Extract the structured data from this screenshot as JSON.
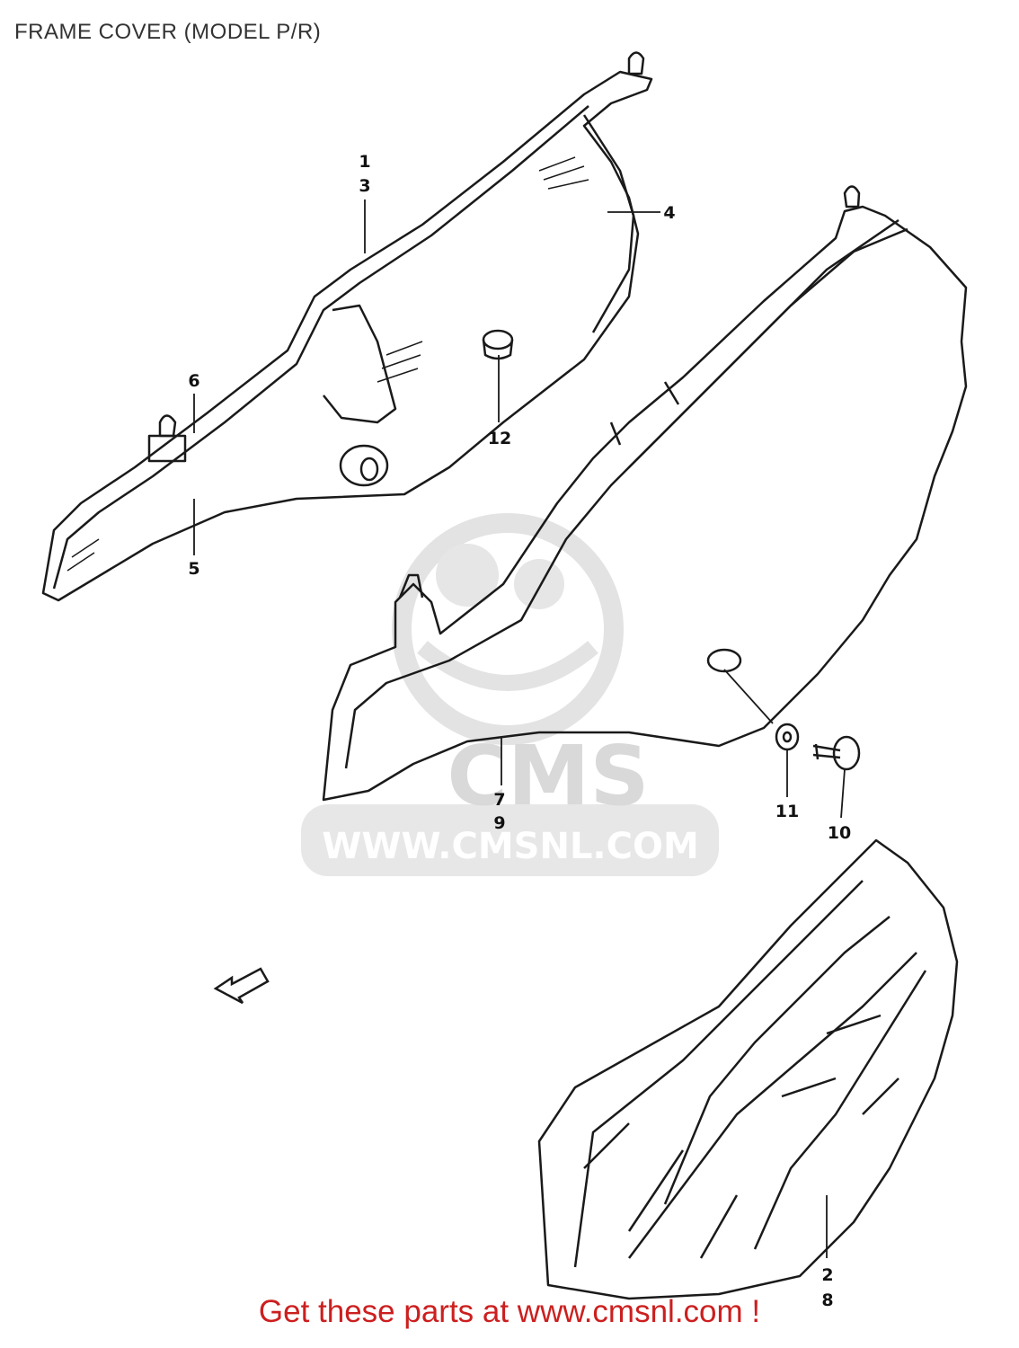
{
  "header": {
    "title": "FRAME COVER (MODEL P/R)"
  },
  "watermark": {
    "brand": "CMS",
    "url": "WWW.CMSNL.COM"
  },
  "callouts": {
    "c1": "1",
    "c3": "3",
    "c4": "4",
    "c5": "5",
    "c6": "6",
    "c7": "7",
    "c9": "9",
    "c10": "10",
    "c11": "11",
    "c12": "12",
    "c2": "2",
    "c8": "8"
  },
  "footer": {
    "cta": "Get these parts at www.cmsnl.com !",
    "cta_color": "#cc1f1f"
  },
  "colors": {
    "line": "#1a1a1a",
    "watermark": "#d9d9d9"
  }
}
